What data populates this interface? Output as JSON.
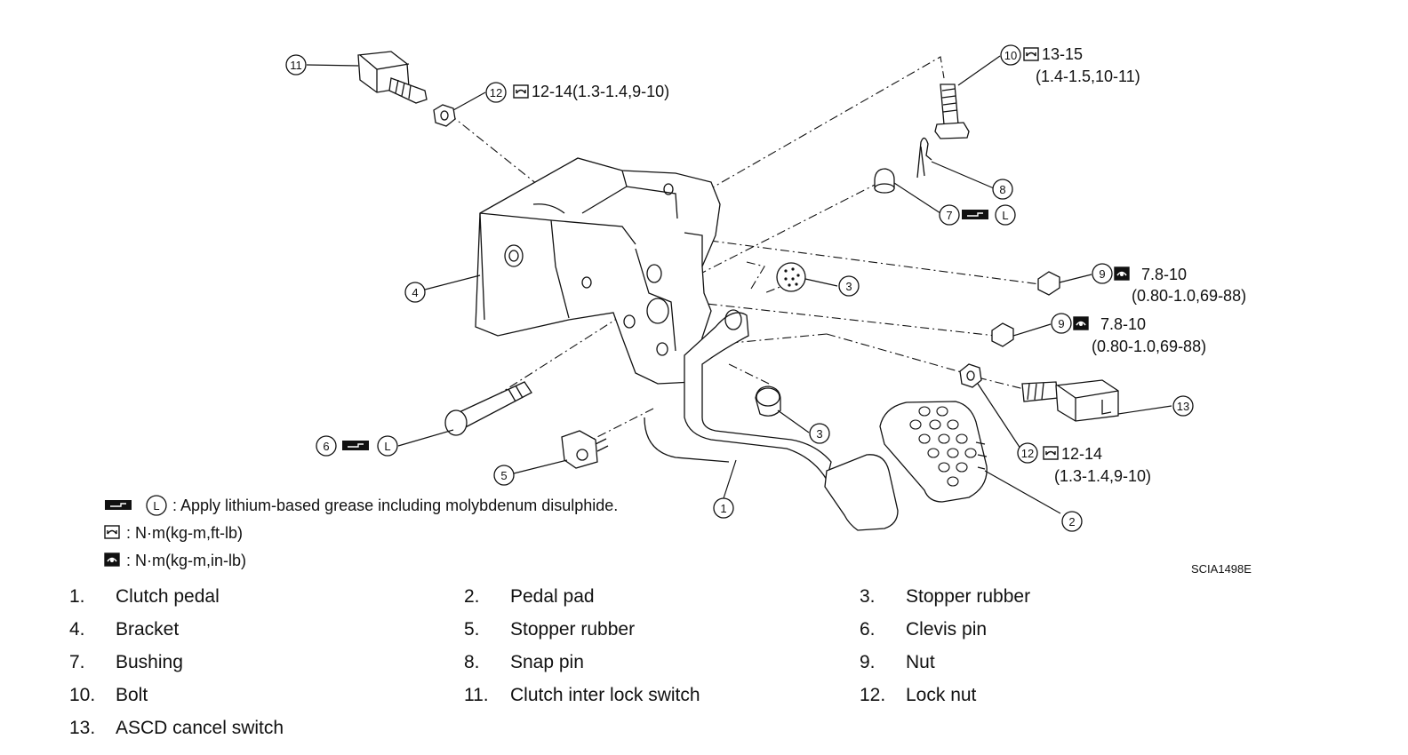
{
  "callouts": {
    "c1": "1",
    "c2": "2",
    "c3a": "3",
    "c3b": "3",
    "c4": "4",
    "c5": "5",
    "c6": "6",
    "c7": "7",
    "c8": "8",
    "c9a": "9",
    "c9b": "9",
    "c10": "10",
    "c11": "11",
    "c12a": "12",
    "c12b": "12",
    "c13": "13"
  },
  "specs": {
    "bolt_10_line1": "13-15",
    "bolt_10_line2": "(1.4-1.5,10-11)",
    "locknut_12_top": "12-14(1.3-1.4,9-10)",
    "nut_9a_line1": "7.8-10",
    "nut_9a_line2": "(0.80-1.0,69-88)",
    "nut_9b_line1": "7.8-10",
    "nut_9b_line2": "(0.80-1.0,69-88)",
    "locknut_12_bottom_line1": "12-14",
    "locknut_12_bottom_line2": "(1.3-1.4,9-10)",
    "grease_letter": "L"
  },
  "notes": {
    "grease": ": Apply lithium-based grease including molybdenum disulphide.",
    "torque_ftlb": ": N·m(kg-m,ft-lb)",
    "torque_inlb": ": N·m(kg-m,in-lb)"
  },
  "figure_code": "SCIA1498E",
  "legend": [
    {
      "num": "1.",
      "name": "Clutch pedal"
    },
    {
      "num": "2.",
      "name": "Pedal pad"
    },
    {
      "num": "3.",
      "name": "Stopper rubber"
    },
    {
      "num": "4.",
      "name": "Bracket"
    },
    {
      "num": "5.",
      "name": "Stopper rubber"
    },
    {
      "num": "6.",
      "name": "Clevis pin"
    },
    {
      "num": "7.",
      "name": "Bushing"
    },
    {
      "num": "8.",
      "name": "Snap pin"
    },
    {
      "num": "9.",
      "name": "Nut"
    },
    {
      "num": "10.",
      "name": "Bolt"
    },
    {
      "num": "11.",
      "name": "Clutch inter lock switch"
    },
    {
      "num": "12.",
      "name": "Lock nut"
    },
    {
      "num": "13.",
      "name": "ASCD cancel switch"
    }
  ]
}
